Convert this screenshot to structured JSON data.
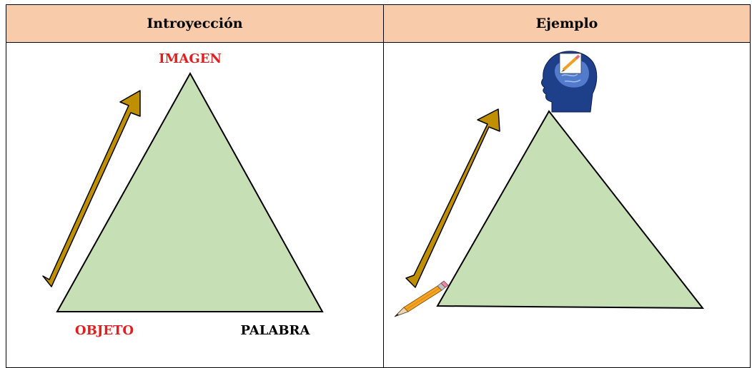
{
  "table": {
    "headers": [
      "Introyección",
      "Ejemplo"
    ]
  },
  "left_diagram": {
    "top_label": "IMAGEN",
    "bottom_left_label": "OBJETO",
    "bottom_right_label": "PALABRA",
    "top_label_color": "#e02020",
    "bottom_left_label_color": "#e02020",
    "bottom_right_label_color": "#000000"
  },
  "colors": {
    "header_bg": "#f8ccaa",
    "triangle_fill": "#c6dfb5",
    "arrow_fill": "#bf8f00"
  },
  "right_diagram": {
    "top_image": "head-with-brain-icon",
    "bottom_image": "pencil-icon"
  }
}
